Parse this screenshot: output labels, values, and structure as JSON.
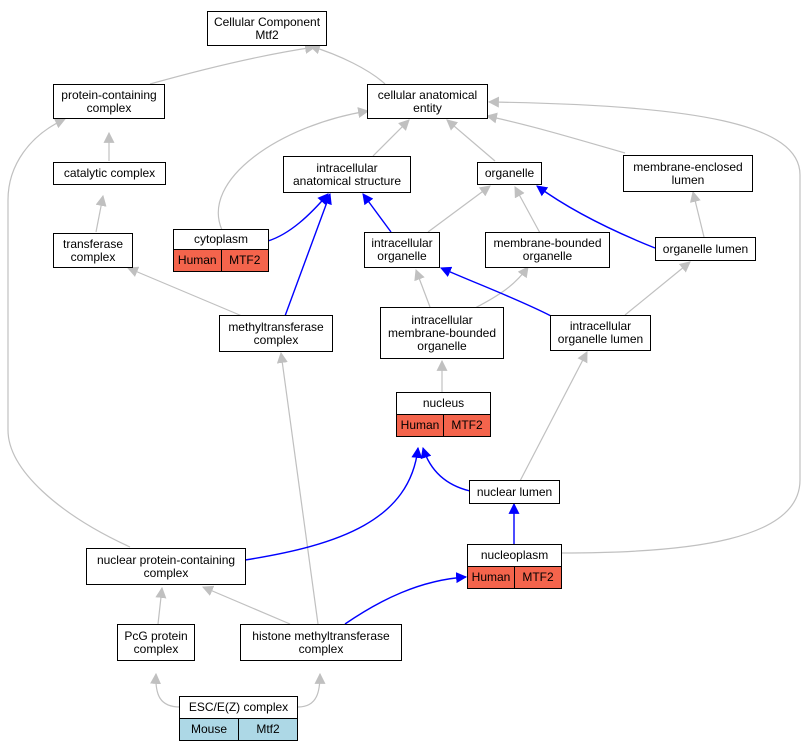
{
  "colors": {
    "edge_gray": "#c0c0c0",
    "edge_blue": "#0000ff",
    "human_fill": "#f4644c",
    "mouse_fill": "#add8e6"
  },
  "nodes": {
    "root": "Cellular Component\nMtf2",
    "protein_containing_complex": "protein-containing\ncomplex",
    "cellular_anatomical_entity": "cellular anatomical\nentity",
    "catalytic_complex": "catalytic complex",
    "intracellular_anatomical_structure": "intracellular\nanatomical structure",
    "organelle": "organelle",
    "membrane_enclosed_lumen": "membrane-enclosed\nlumen",
    "transferase_complex": "transferase\ncomplex",
    "cytoplasm": {
      "label": "cytoplasm",
      "species": "Human",
      "gene": "MTF2"
    },
    "intracellular_organelle": "intracellular\norganelle",
    "membrane_bounded_organelle": "membrane-bounded\norganelle",
    "organelle_lumen": "organelle lumen",
    "methyltransferase_complex": "methyltransferase\ncomplex",
    "intracellular_membrane_bounded_organelle": "intracellular\nmembrane-bounded\norganelle",
    "intracellular_organelle_lumen": "intracellular\norganelle lumen",
    "nucleus": {
      "label": "nucleus",
      "species": "Human",
      "gene": "MTF2"
    },
    "nuclear_lumen": "nuclear lumen",
    "nucleoplasm": {
      "label": "nucleoplasm",
      "species": "Human",
      "gene": "MTF2"
    },
    "nuclear_protein_containing_complex": "nuclear protein-containing\ncomplex",
    "pcg_protein_complex": "PcG protein\ncomplex",
    "histone_methyltransferase_complex": "histone methyltransferase\ncomplex",
    "esc_e_z_complex": {
      "label": "ESC/E(Z) complex",
      "species": "Mouse",
      "gene": "Mtf2"
    }
  }
}
